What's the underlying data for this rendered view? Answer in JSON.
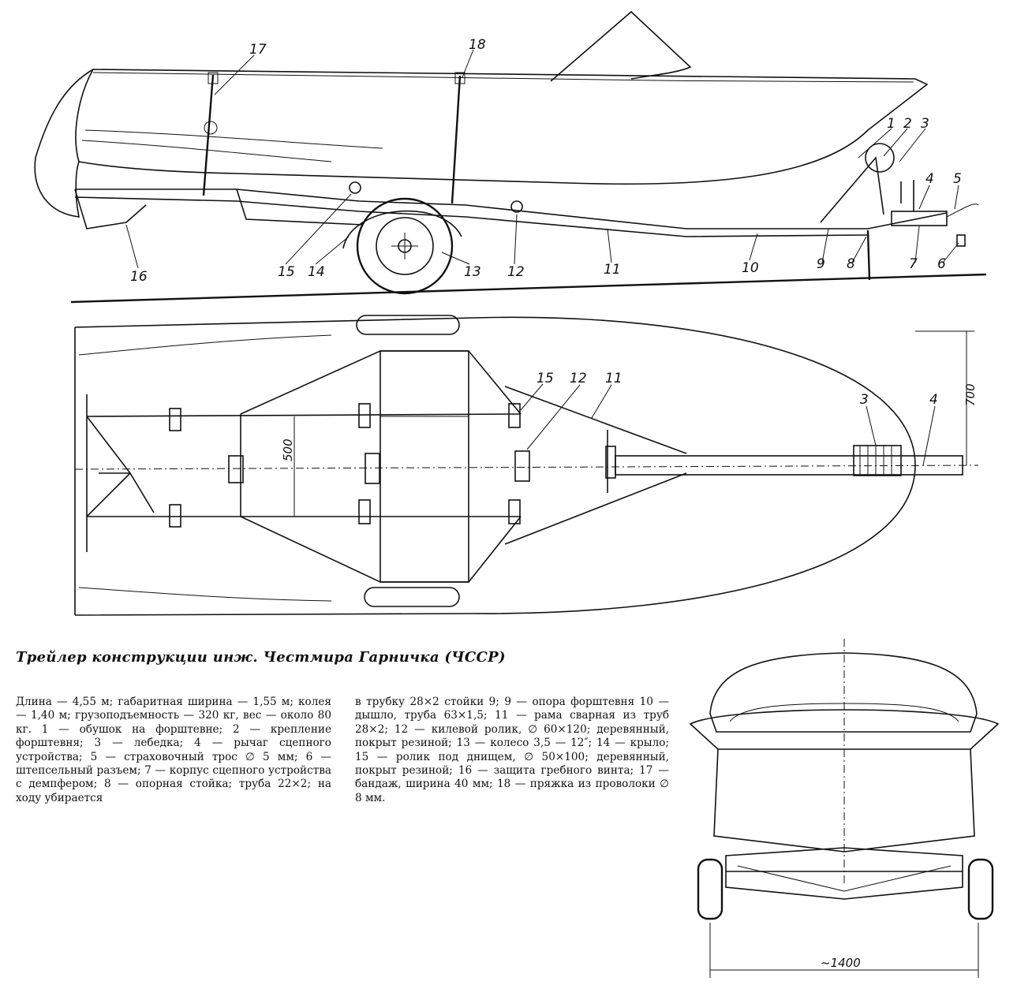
{
  "caption": "Трейлер конструкции инж. Честмира Гарничка (ЧССР)",
  "side_view_labels": [
    "1",
    "2",
    "3",
    "4",
    "5",
    "6",
    "7",
    "8",
    "9",
    "10",
    "11",
    "12",
    "13",
    "14",
    "15",
    "16",
    "17",
    "18"
  ],
  "plan_view_labels": [
    "3",
    "4",
    "11",
    "12",
    "15"
  ],
  "dimensions": {
    "plan_half_width": "700",
    "plan_frame_width": "500",
    "track": "~1400"
  },
  "description": {
    "column1": "Длина — 4,55 м; габаритная ширина — 1,55 м; колея — 1,40 м; грузоподъемность — 320 кг, вес — около 80 кг. 1 — обушок на форштевне; 2 — крепление форштевня; 3 — лебедка; 4 — рычаг сцепного устройства; 5 — страховочный трос ∅ 5 мм; 6 — штепсельный разъем; 7 — корпус сцепного устройства с демпфером; 8 — опорная стойка; труба 22×2; на ходу убирается",
    "column2": "в трубку 28×2 стойки 9; 9 — опора форштевня 10 — дышло, труба 63×1,5; 11 — рама сварная из труб 28×2; 12 — килевой ролик, ∅ 60×120; деревянный, покрыт резиной; 13 — колесо 3,5 — 12″; 14 — крыло; 15 — ролик под днищем, ∅ 50×100; деревянный, покрыт резиной; 16 — защита гребного винта; 17 — бандаж, ширина 40 мм; 18 — пряжка из проволоки ∅ 8 мм."
  }
}
